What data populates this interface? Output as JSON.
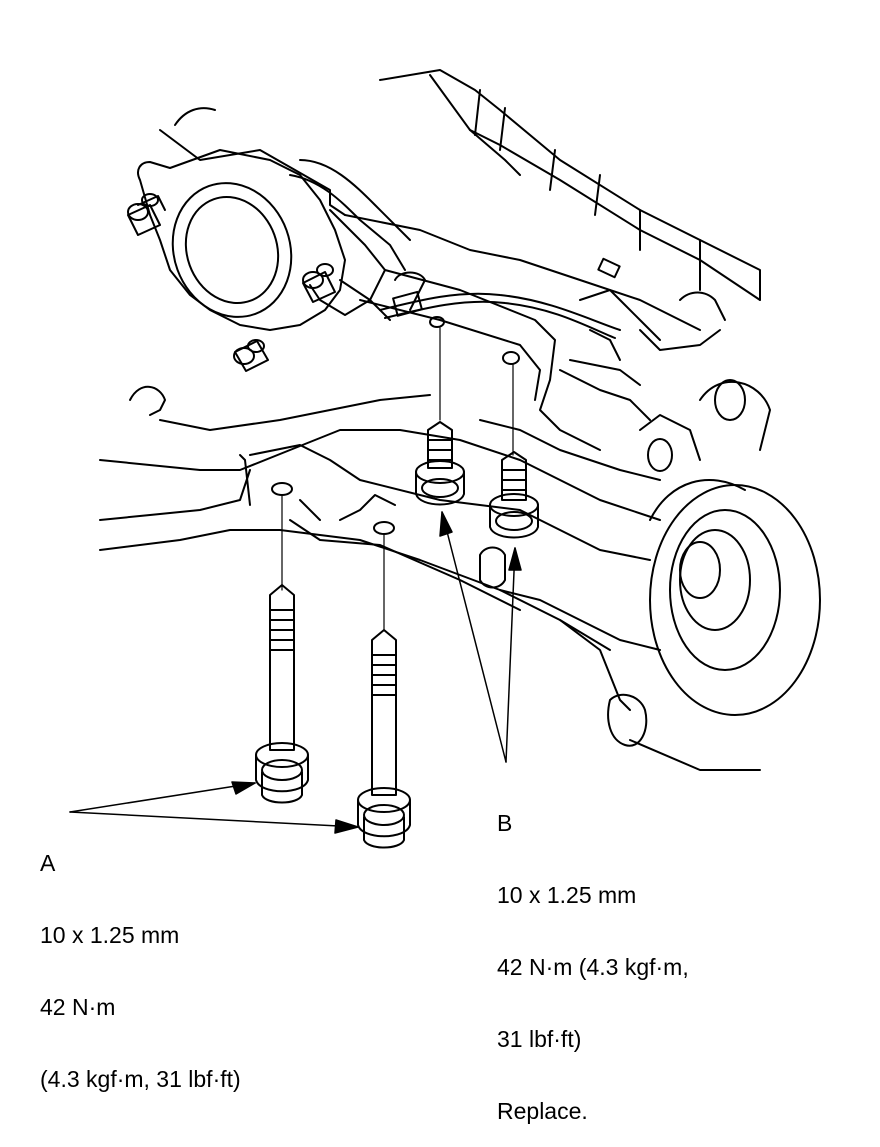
{
  "callouts": {
    "a": {
      "letter": "A",
      "size": "10 x 1.25 mm",
      "torque_line1": "42 N·m",
      "torque_line2": "(4.3 kgf·m, 31 lbf·ft)"
    },
    "b": {
      "letter": "B",
      "size": "10 x 1.25 mm",
      "torque_line1": "42 N·m (4.3 kgf·m,",
      "torque_line2": "31 lbf·ft)",
      "note": "Replace."
    }
  },
  "colors": {
    "line": "#000000",
    "background": "#ffffff"
  }
}
